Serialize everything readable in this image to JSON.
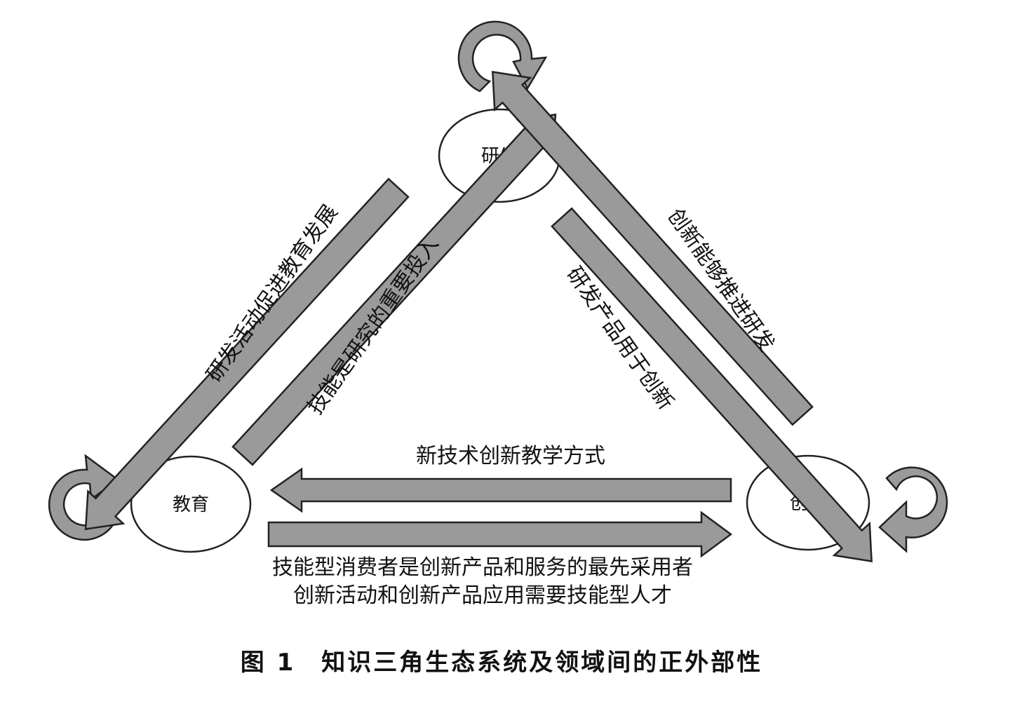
{
  "nodes": {
    "rd": "研发",
    "edu": "教育",
    "innov": "创新"
  },
  "edges": {
    "rd_to_edu": "研发活动促进教育发展",
    "edu_to_rd": "技能是研究的重要投入",
    "rd_to_innov": "研发产品用于创新",
    "innov_to_rd": "创新能够推进研发",
    "innov_to_edu": "新技术创新教学方式",
    "edu_to_innov_line1": "技能型消费者是创新产品和服务的最先采用者",
    "edu_to_innov_line2": "创新活动和创新产品应用需要技能型人才"
  },
  "caption": "图 1　知识三角生态系统及领域间的正外部性"
}
